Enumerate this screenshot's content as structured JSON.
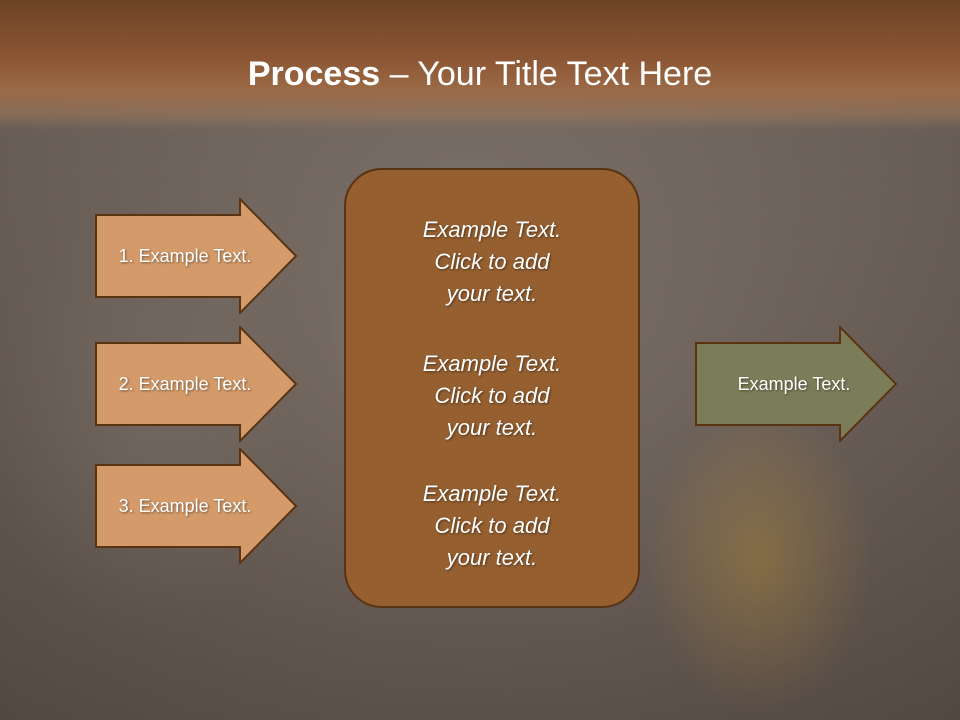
{
  "header": {
    "title_bold": "Process",
    "title_rest": " – Your Title Text Here"
  },
  "left_arrows": [
    {
      "label": "1. Example Text."
    },
    {
      "label": "2. Example Text."
    },
    {
      "label": "3. Example Text."
    }
  ],
  "center_box": {
    "items": [
      "Example Text.\nClick  to add\nyour text.",
      "Example Text.\nClick  to add\nyour text.",
      "Example Text.\nClick  to add\nyour text."
    ]
  },
  "right_arrow": {
    "label": "Example Text."
  },
  "colors": {
    "header": "#8c5634",
    "left_arrow_fill": "#d49a6a",
    "center_fill": "#955f30",
    "right_arrow_fill": "#7b7d58",
    "outline": "#5a3313"
  }
}
